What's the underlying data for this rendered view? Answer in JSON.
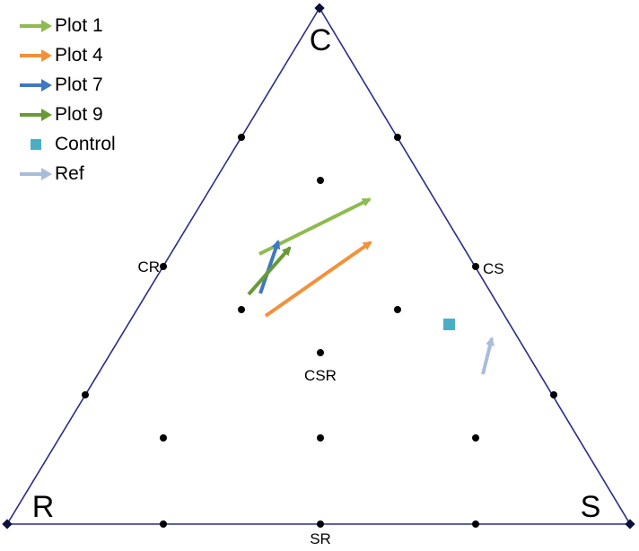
{
  "diagram": {
    "type": "ternary-plot",
    "corner_labels": {
      "top": "C",
      "left": "R",
      "right": "S"
    },
    "point_labels": {
      "cr": "CR",
      "cs": "CS",
      "sr": "SR",
      "csr": "CSR"
    },
    "frame_color": "#2B2B8C",
    "legend": [
      {
        "label": "Plot 1",
        "symbol": "arrow",
        "color": "#8DBB50"
      },
      {
        "label": "Plot 4",
        "symbol": "arrow",
        "color": "#F3913A"
      },
      {
        "label": "Plot 7",
        "symbol": "arrow",
        "color": "#3F78BE"
      },
      {
        "label": "Plot 9",
        "symbol": "arrow",
        "color": "#6A9A36"
      },
      {
        "label": "Control",
        "symbol": "square",
        "color": "#4AAFC6"
      },
      {
        "label": "Ref",
        "symbol": "arrow",
        "color": "#A9BDD9"
      }
    ]
  }
}
